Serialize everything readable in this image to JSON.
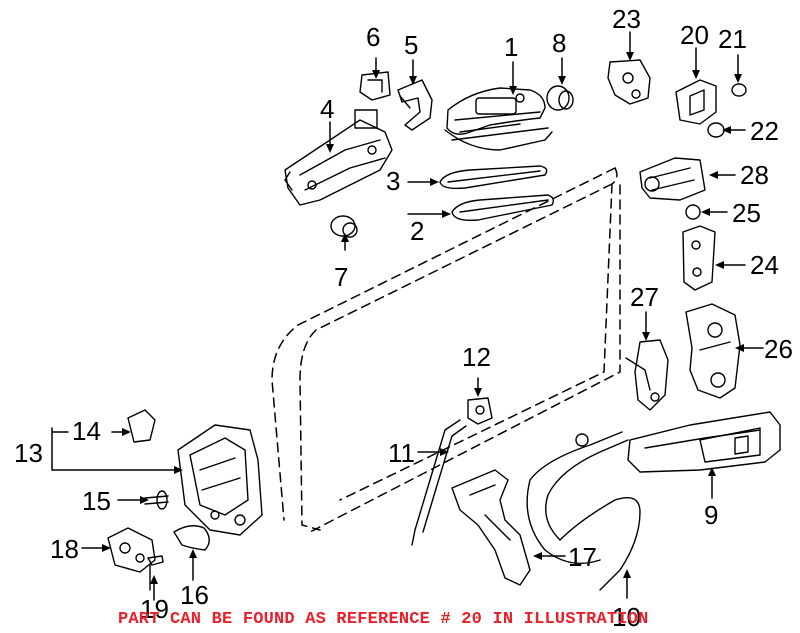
{
  "diagram": {
    "callouts": [
      {
        "id": "1",
        "label": "1"
      },
      {
        "id": "2",
        "label": "2"
      },
      {
        "id": "3",
        "label": "3"
      },
      {
        "id": "4",
        "label": "4"
      },
      {
        "id": "5",
        "label": "5"
      },
      {
        "id": "6",
        "label": "6"
      },
      {
        "id": "7",
        "label": "7"
      },
      {
        "id": "8",
        "label": "8"
      },
      {
        "id": "9",
        "label": "9"
      },
      {
        "id": "10",
        "label": "10"
      },
      {
        "id": "11",
        "label": "11"
      },
      {
        "id": "12",
        "label": "12"
      },
      {
        "id": "13",
        "label": "13"
      },
      {
        "id": "14",
        "label": "14"
      },
      {
        "id": "15",
        "label": "15"
      },
      {
        "id": "16",
        "label": "16"
      },
      {
        "id": "17",
        "label": "17"
      },
      {
        "id": "18",
        "label": "18"
      },
      {
        "id": "19",
        "label": "19"
      },
      {
        "id": "20",
        "label": "20"
      },
      {
        "id": "21",
        "label": "21"
      },
      {
        "id": "22",
        "label": "22"
      },
      {
        "id": "23",
        "label": "23"
      },
      {
        "id": "24",
        "label": "24"
      },
      {
        "id": "25",
        "label": "25"
      },
      {
        "id": "26",
        "label": "26"
      },
      {
        "id": "27",
        "label": "27"
      },
      {
        "id": "28",
        "label": "28"
      }
    ],
    "footer_note": "PART CAN BE FOUND AS REFERENCE # 20 IN ILLUSTRATION"
  },
  "colors": {
    "line": "#000000",
    "footer": "#e8202a",
    "background": "#ffffff"
  }
}
